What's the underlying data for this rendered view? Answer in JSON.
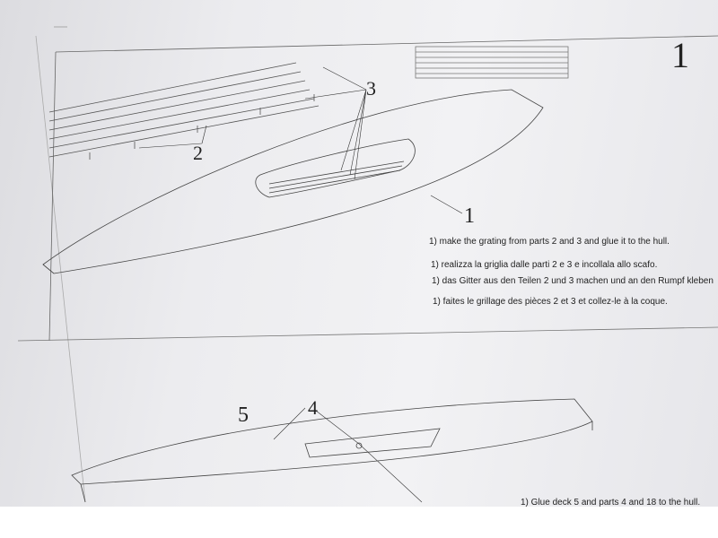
{
  "step1": {
    "step_number": "1",
    "callouts": {
      "part3": "3",
      "part2": "2",
      "part1": "1"
    },
    "instructions": [
      "1) make the grating from parts 2 and 3 and glue it to the hull.",
      "1) realizza la griglia dalle parti 2 e 3 e incollala allo scafo.",
      "1) das Gitter aus den Teilen 2 und 3 machen und an den Rumpf kleben",
      "1) faites le grillage des pièces 2 et 3 et collez-le à la coque."
    ]
  },
  "step2": {
    "callouts": {
      "part5": "5",
      "part4": "4"
    },
    "instructions": [
      "1) Glue deck 5 and parts 4 and 18 to the hull."
    ]
  }
}
